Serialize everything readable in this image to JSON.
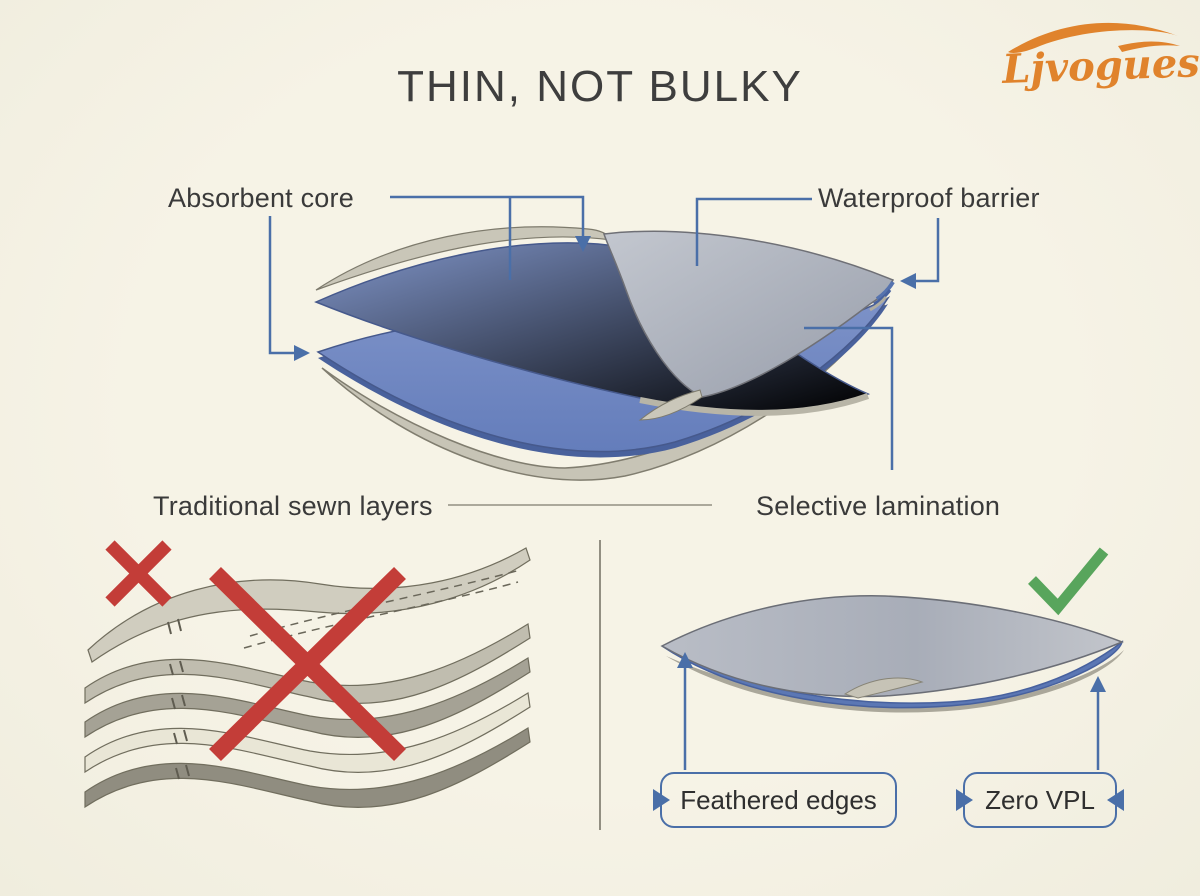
{
  "brand": {
    "name": "Ljvogues",
    "color": "#E0832C"
  },
  "header": {
    "title": "THIN, NOT BULKY"
  },
  "diagram": {
    "top_illustration": {
      "labels": {
        "absorbent_core": "Absorbent core",
        "waterproof_barrier": "Waterproof barrier"
      }
    },
    "bottom_left": {
      "label": "Traditional sewn layers",
      "verdict": "rejected",
      "mark": "red-x"
    },
    "bottom_right": {
      "label": "Selective lamination",
      "verdict": "approved",
      "mark": "green-check",
      "callouts": [
        {
          "label": "Feathered edges"
        },
        {
          "label": "Zero VPL"
        }
      ]
    }
  },
  "colors": {
    "background": "#F5F2E4",
    "accent_blue": "#4A6FA8",
    "fabric_blue": "#6E86BF",
    "fabric_gray": "#A9AEB8",
    "layer_beige": "#D0CDBF",
    "reject_red": "#C33D38",
    "approve_green": "#58A55C",
    "brand_orange": "#E0832C",
    "text_dark": "#3A3A3A"
  }
}
